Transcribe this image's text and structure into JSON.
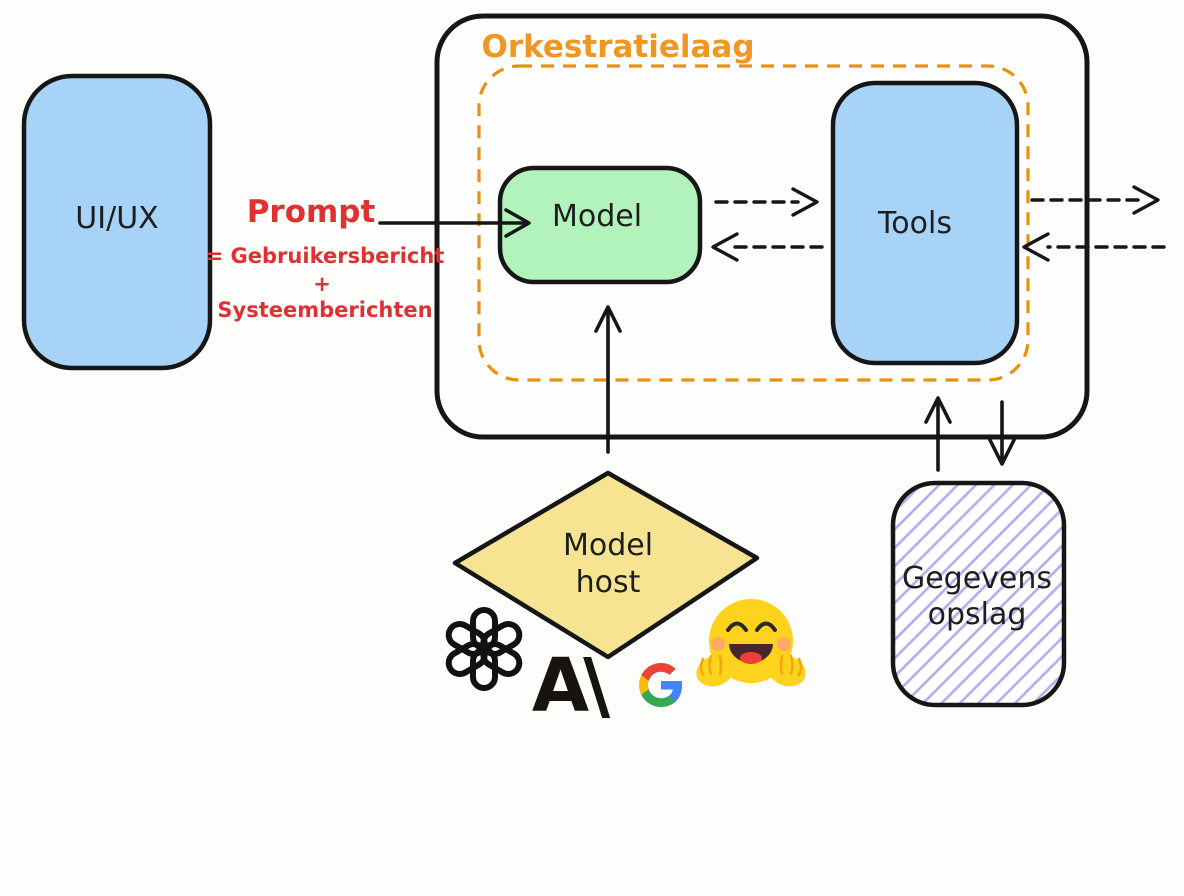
{
  "diagram": {
    "uiux": {
      "label": "UI/UX"
    },
    "prompt": {
      "title": "Prompt",
      "line1": "= Gebruikersbericht",
      "line2": "+",
      "line3": "Systeemberichten"
    },
    "orchestration": {
      "label": "Orkestratielaag"
    },
    "model": {
      "label": "Model"
    },
    "tools": {
      "label": "Tools"
    },
    "model_host": {
      "line1": "Model",
      "line2": "host"
    },
    "data_store": {
      "line1": "Gegevens",
      "line2": "opslag"
    },
    "logos": {
      "anthropic_text": "A\\"
    },
    "colors": {
      "box_blue": "#a8d3f8",
      "box_green": "#b2f2bb",
      "diamond_yellow": "#f6e492",
      "orange": "#f09623",
      "red": "#e03131",
      "hatch_purple": "#b9aaf0",
      "stroke_black": "#161616"
    }
  }
}
